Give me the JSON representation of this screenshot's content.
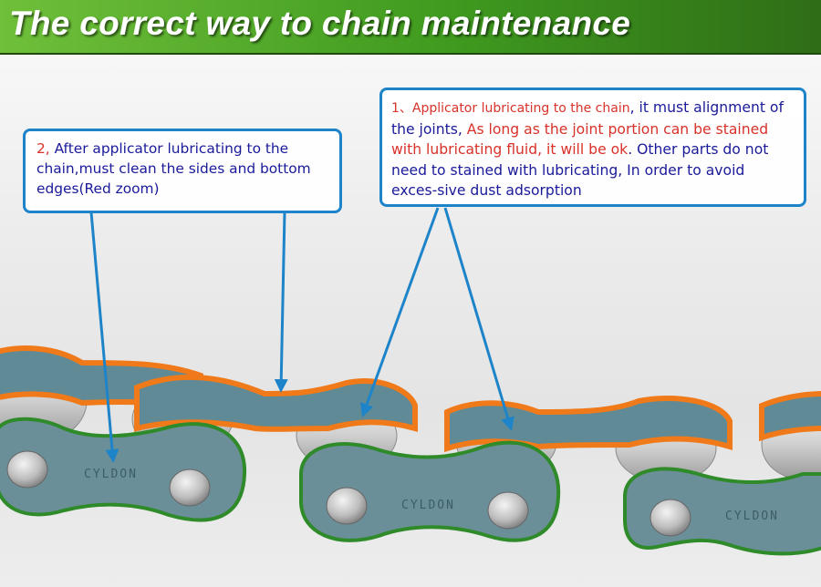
{
  "header": {
    "title": "The correct way to chain maintenance"
  },
  "callout_left": {
    "number": "2,",
    "text": " After applicator lubricating to the chain,must clean the sides and bottom edges(Red zoom)"
  },
  "callout_right": {
    "part1": "1、Applicator lubricating to the chain",
    "part2": ", it must alignment of the joints,",
    "part3": " As long as the joint portion can be stained with lubricating fluid, it will be ok",
    "part4": ". Other parts do not need to stained with lubricating, In order to avoid exces-sive dust adsorption"
  },
  "chain": {
    "brand_text": "CYLDON"
  },
  "colors": {
    "banner_green": "#3f9a1f",
    "callout_border": "#1e84c9",
    "text_blue": "#1a1a9a",
    "text_red": "#d8322a",
    "lube_orange": "#f07a1a",
    "plate_green_edge": "#2f8a2a",
    "plate_steel": "#5f8a96"
  }
}
